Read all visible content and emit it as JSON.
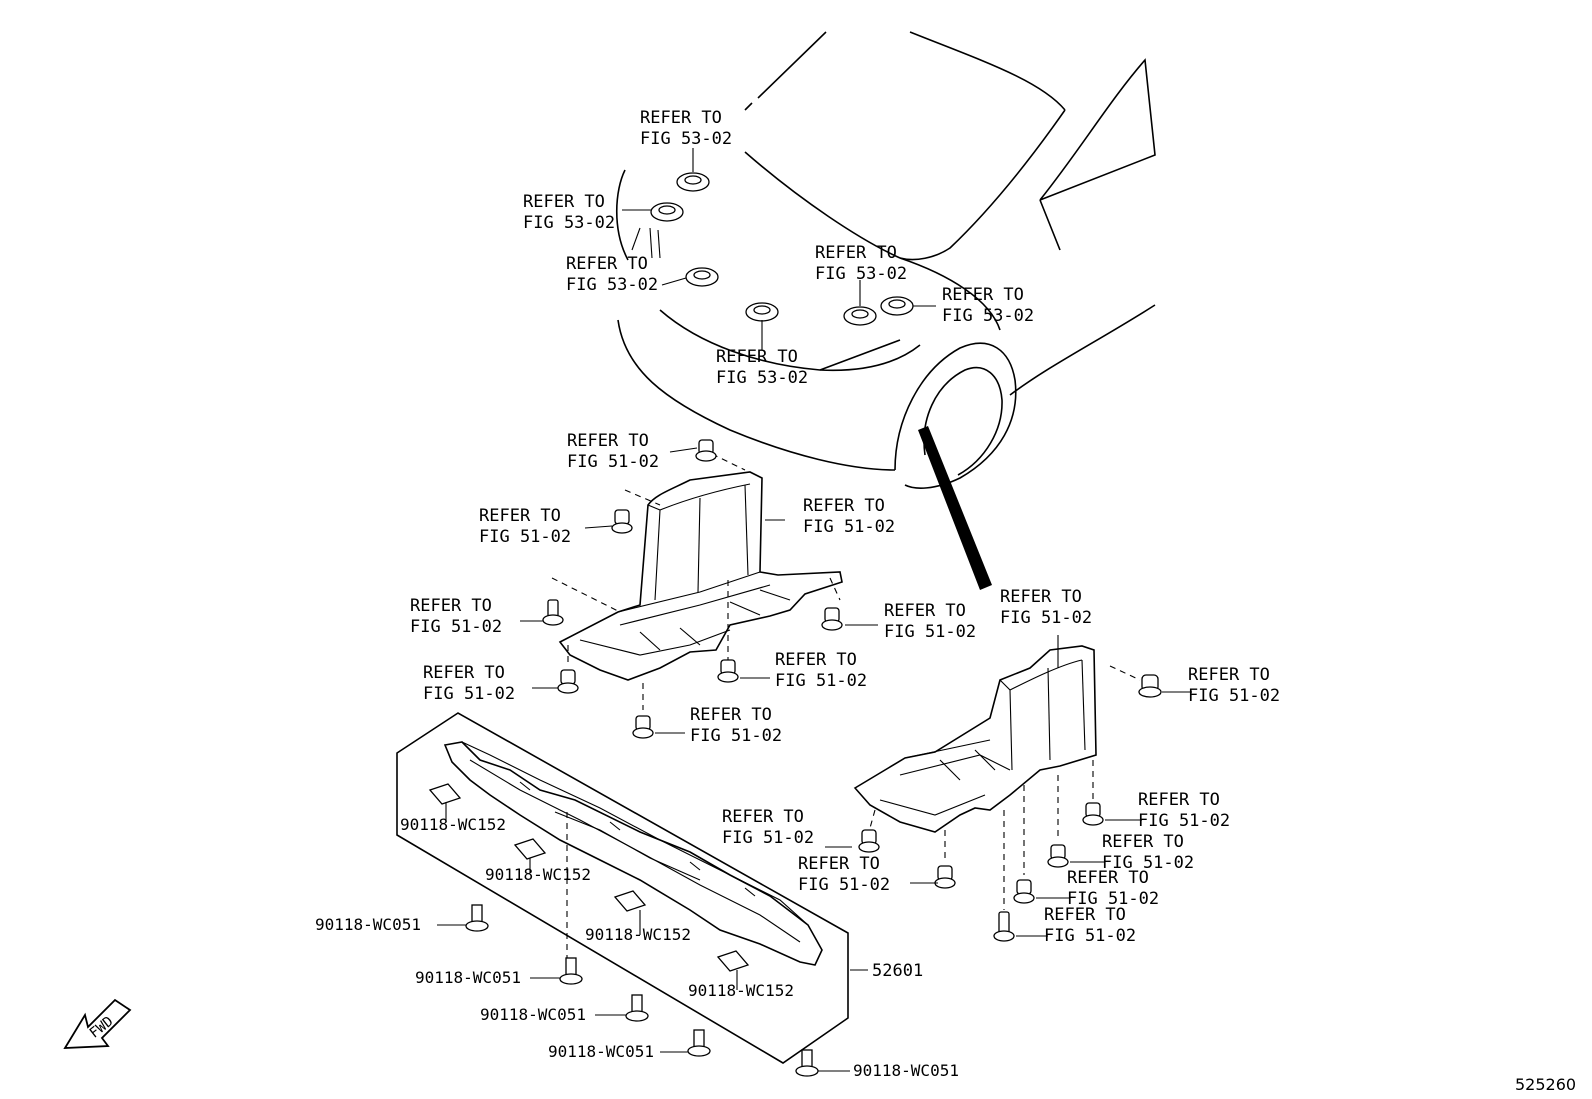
{
  "refer_labels": [
    {
      "id": "r1",
      "line1": "REFER TO",
      "line2": "FIG 53-02"
    },
    {
      "id": "r2",
      "line1": "REFER TO",
      "line2": "FIG 53-02"
    },
    {
      "id": "r3",
      "line1": "REFER TO",
      "line2": "FIG 53-02"
    },
    {
      "id": "r4",
      "line1": "REFER TO",
      "line2": "FIG 53-02"
    },
    {
      "id": "r5",
      "line1": "REFER TO",
      "line2": "FIG 53-02"
    },
    {
      "id": "r6",
      "line1": "REFER TO",
      "line2": "FIG 53-02"
    },
    {
      "id": "r7",
      "line1": "REFER TO",
      "line2": "FIG 51-02"
    },
    {
      "id": "r8",
      "line1": "REFER TO",
      "line2": "FIG 51-02"
    },
    {
      "id": "r9",
      "line1": "REFER TO",
      "line2": "FIG 51-02"
    },
    {
      "id": "r10",
      "line1": "REFER TO",
      "line2": "FIG 51-02"
    },
    {
      "id": "r11",
      "line1": "REFER TO",
      "line2": "FIG 51-02"
    },
    {
      "id": "r12",
      "line1": "REFER TO",
      "line2": "FIG 51-02"
    },
    {
      "id": "r13",
      "line1": "REFER TO",
      "line2": "FIG 51-02"
    },
    {
      "id": "r14",
      "line1": "REFER TO",
      "line2": "FIG 51-02"
    },
    {
      "id": "r15",
      "line1": "REFER TO",
      "line2": "FIG 51-02"
    },
    {
      "id": "r16",
      "line1": "REFER TO",
      "line2": "FIG 51-02"
    },
    {
      "id": "r17",
      "line1": "REFER TO",
      "line2": "FIG 51-02"
    },
    {
      "id": "r18",
      "line1": "REFER TO",
      "line2": "FIG 51-02"
    },
    {
      "id": "r19",
      "line1": "REFER TO",
      "line2": "FIG 51-02"
    },
    {
      "id": "r20",
      "line1": "REFER TO",
      "line2": "FIG 51-02"
    },
    {
      "id": "r21",
      "line1": "REFER TO",
      "line2": "FIG 51-02"
    },
    {
      "id": "r22",
      "line1": "REFER TO",
      "line2": "FIG 51-02"
    }
  ],
  "part_numbers": {
    "clip_1": "90118-WC152",
    "clip_2": "90118-WC152",
    "clip_3": "90118-WC152",
    "clip_4": "90118-WC152",
    "bolt_1": "90118-WC051",
    "bolt_2": "90118-WC051",
    "bolt_3": "90118-WC051",
    "bolt_4": "90118-WC051",
    "bolt_5": "90118-WC051",
    "cover": "52601"
  },
  "fwd_label": "FWD",
  "illustration_number": "525260"
}
